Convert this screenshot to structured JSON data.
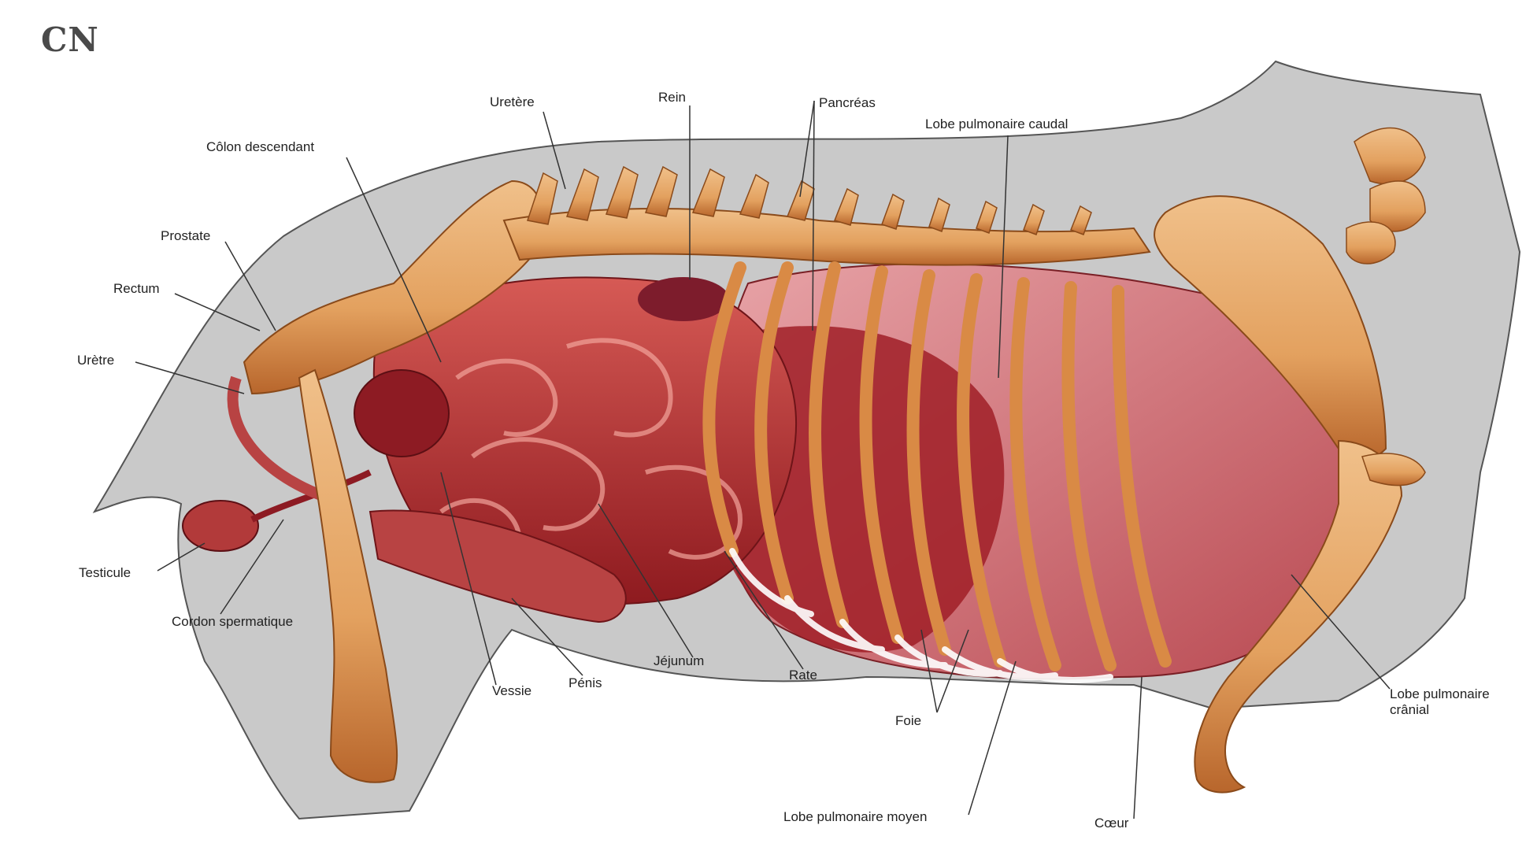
{
  "figure": {
    "corner_title": "CN",
    "labels": {
      "uretere": "Uretère",
      "rein": "Rein",
      "pancreas": "Pancréas",
      "lobe_pulm_caudal": "Lobe pulmonaire caudal",
      "colon_descendant": "Côlon descendant",
      "prostate": "Prostate",
      "rectum": "Rectum",
      "uretre": "Urètre",
      "testicule": "Testicule",
      "cordon_spermatique": "Cordon spermatique",
      "vessie": "Vessie",
      "penis": "Pénis",
      "jejunum": "Jéjunum",
      "rate": "Rate",
      "foie": "Foie",
      "lobe_pulm_moyen": "Lobe pulmonaire moyen",
      "coeur": "Cœur",
      "lobe_pulm_cranial": "Lobe pulmonaire crânial"
    },
    "colors": {
      "silhouette": "#c9c9c9",
      "bone": "#e3a15f",
      "bone_shadow": "#b8662c",
      "muscle": "#b3262b",
      "muscle_light": "#d65a55",
      "lung": "#d98a8f",
      "background": "#ffffff"
    }
  }
}
